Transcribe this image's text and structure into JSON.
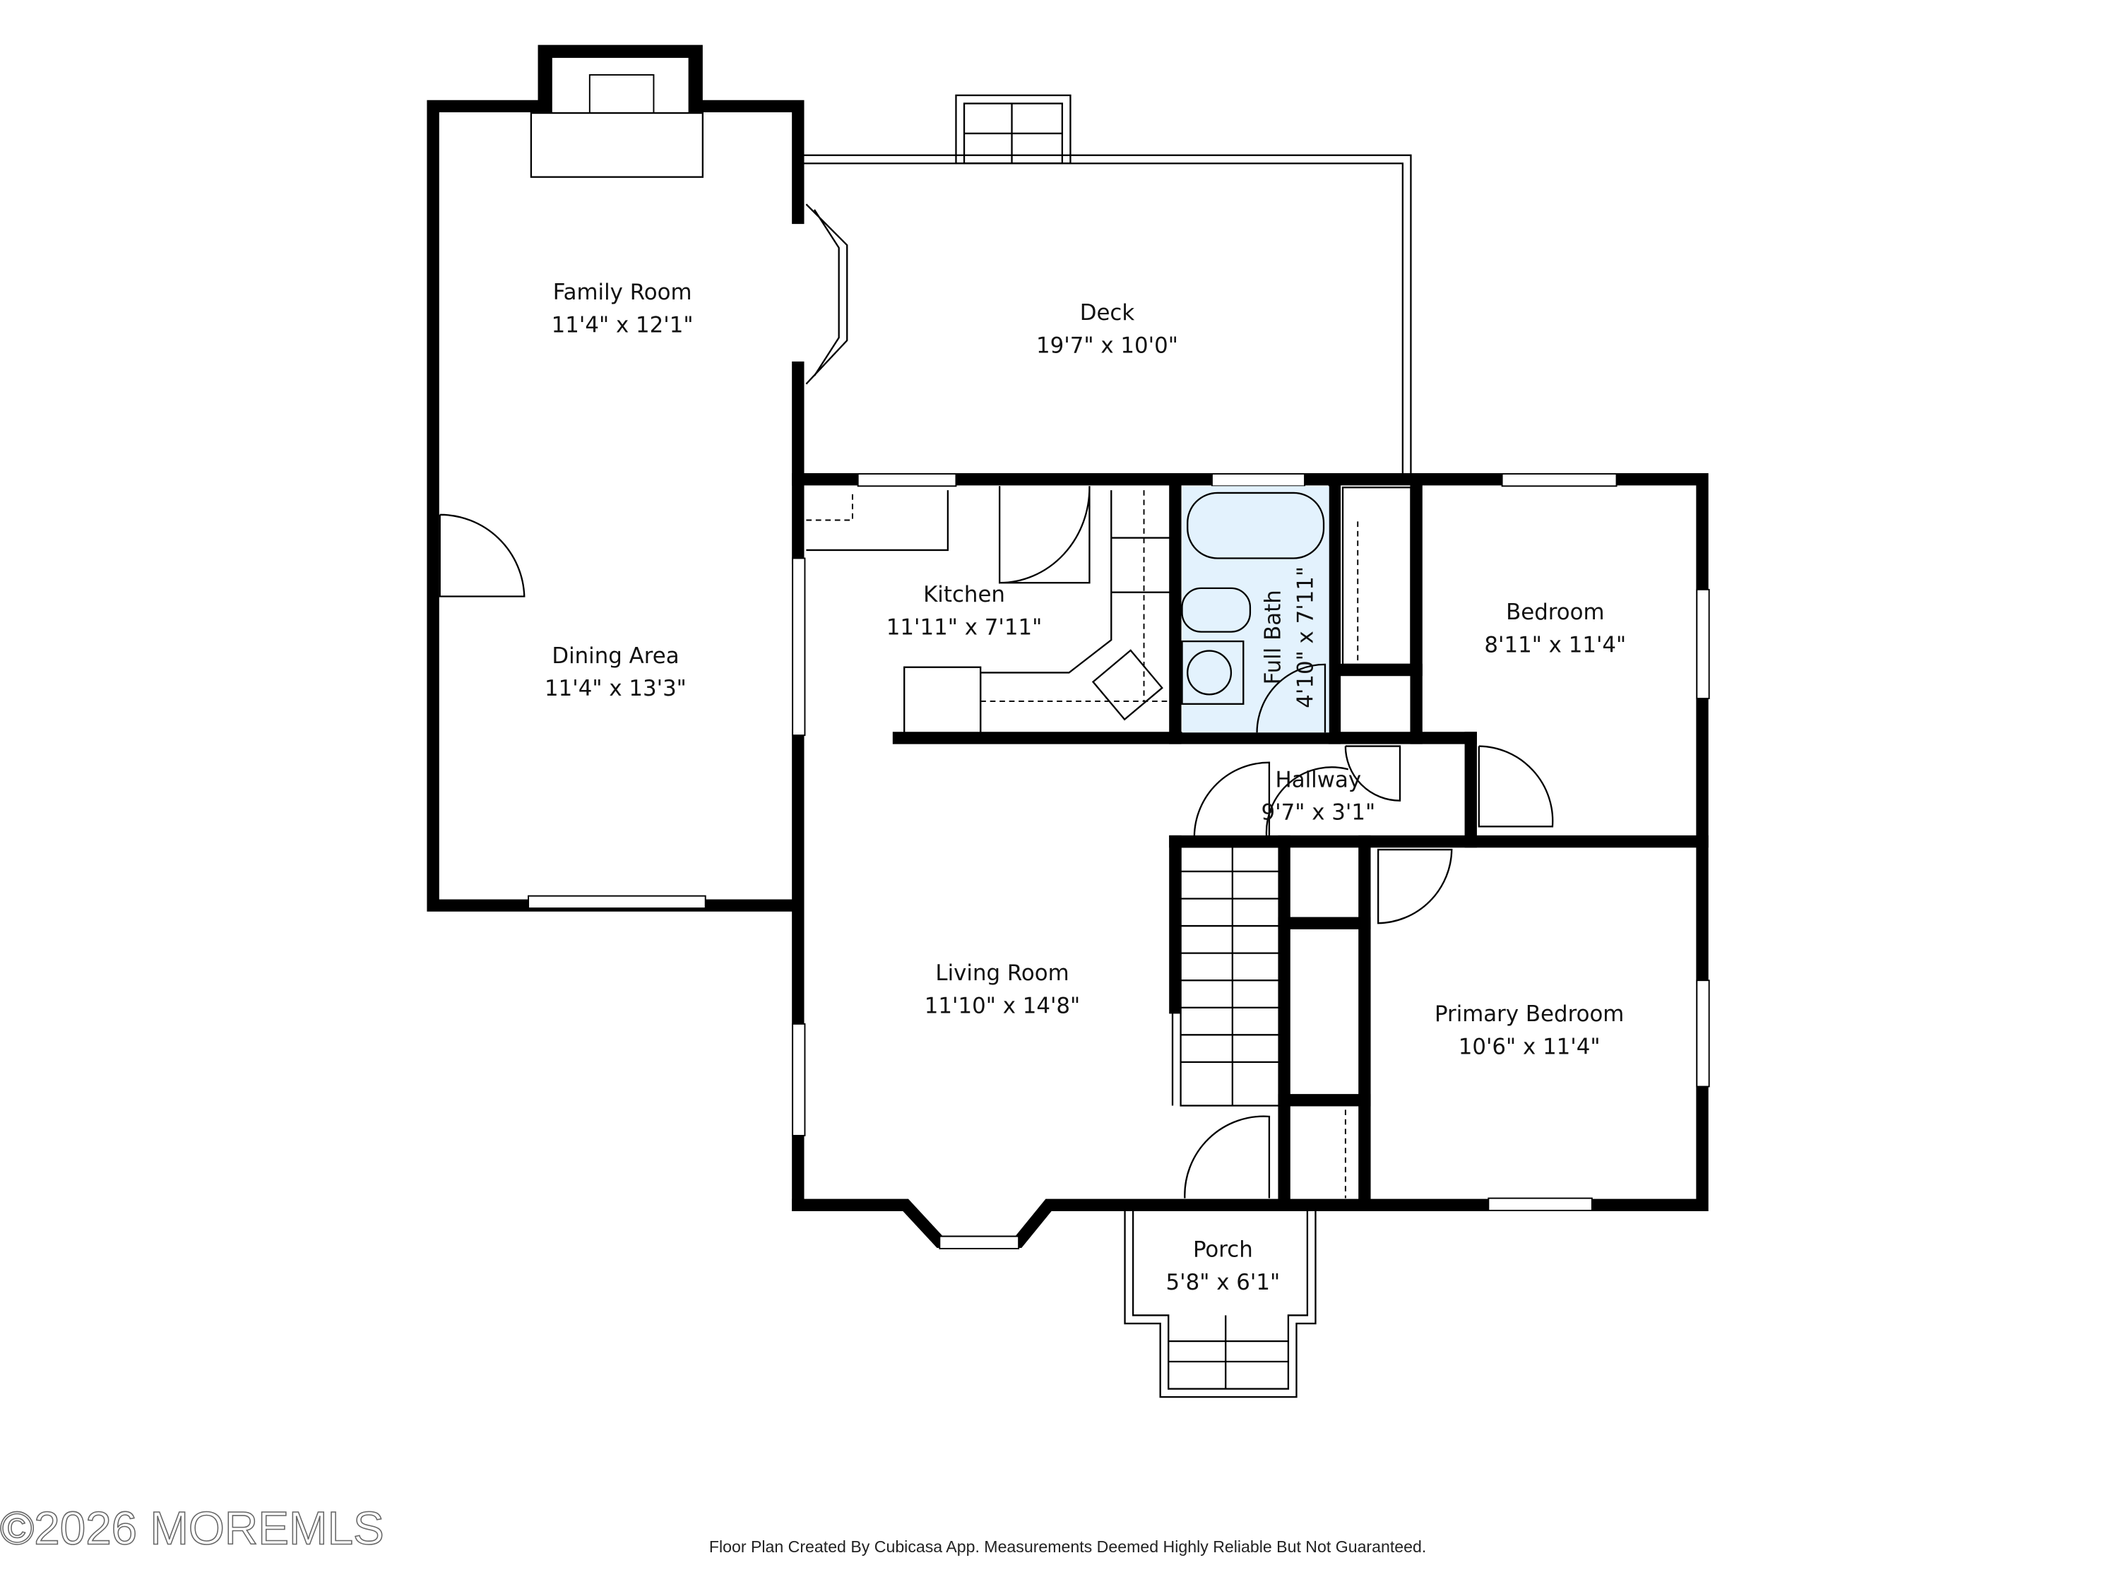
{
  "title": "Floor Plan",
  "rooms": [
    {
      "name": "Family Room",
      "size": "11'4\" x 12'1\""
    },
    {
      "name": "Deck",
      "size": "19'7\" x 10'0\""
    },
    {
      "name": "Dining Area",
      "size": "11'4\" x 13'3\""
    },
    {
      "name": "Kitchen",
      "size": "11'11\" x 7'11\""
    },
    {
      "name": "Full Bath",
      "size": "4'10\" x 7'11\""
    },
    {
      "name": "Bedroom",
      "size": "8'11\" x 11'4\""
    },
    {
      "name": "Hallway",
      "size": "9'7\" x 3'1\""
    },
    {
      "name": "Living Room",
      "size": "11'10\" x 14'8\""
    },
    {
      "name": "Primary Bedroom",
      "size": "10'6\" x 11'4\""
    },
    {
      "name": "Porch",
      "size": "5'8\" x 6'1\""
    }
  ],
  "watermark": "©2026 MOREMLS",
  "footer": "Floor Plan Created By Cubicasa App. Measurements Deemed Highly Reliable But Not Guaranteed.",
  "colors": {
    "bath_fill": "#e3f2fd",
    "wall": "#000000"
  }
}
